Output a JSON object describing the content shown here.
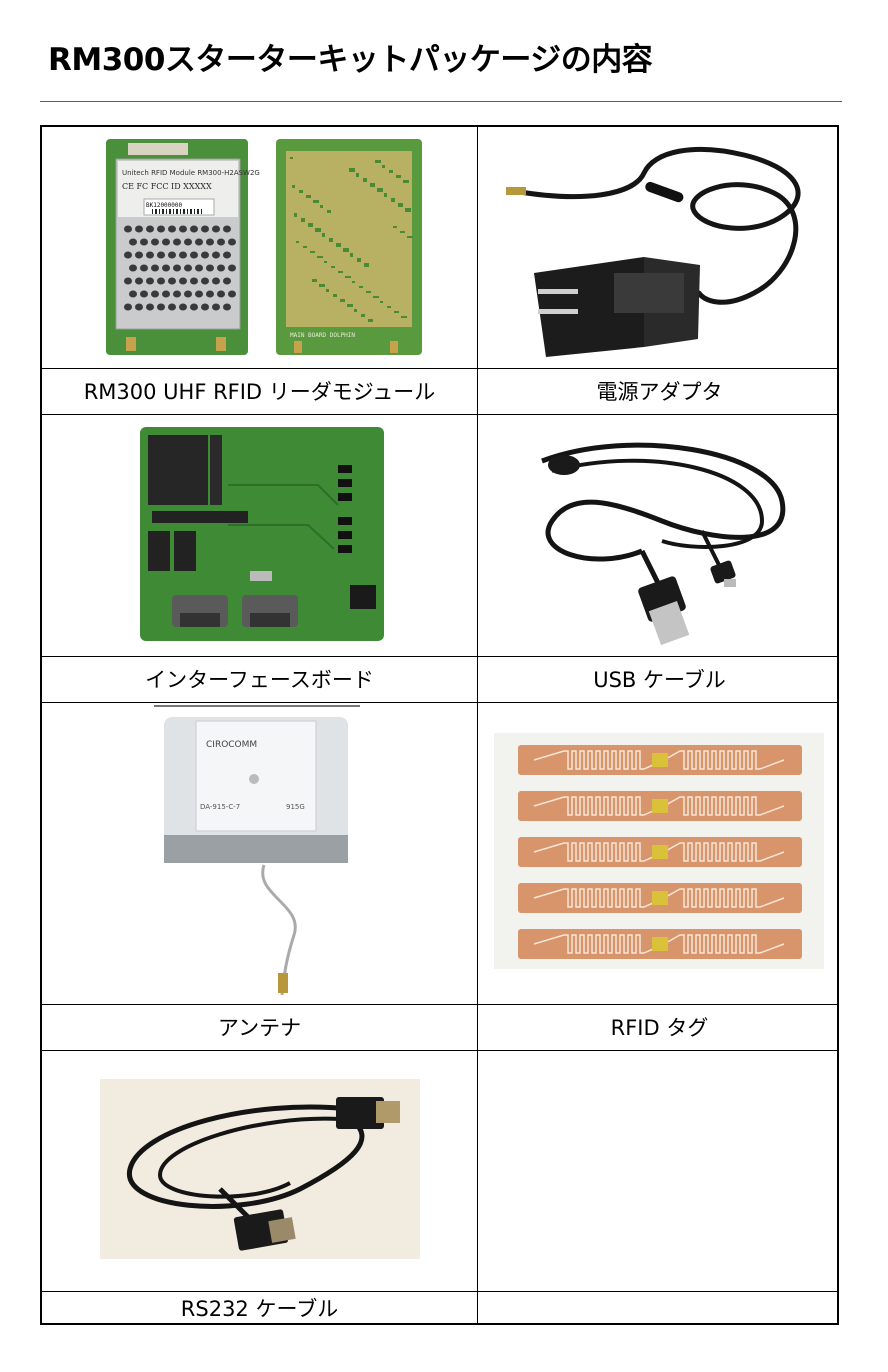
{
  "document": {
    "title": "RM300スターターキットパッケージの内容",
    "items": [
      {
        "label": "RM300 UHF RFID リーダモジュール",
        "image": "rfid-reader-module-photo"
      },
      {
        "label": "電源アダプタ",
        "image": "power-adapter-photo"
      },
      {
        "label": "インターフェースボード",
        "image": "interface-board-photo"
      },
      {
        "label": "USB ケーブル",
        "image": "usb-cable-photo"
      },
      {
        "label": "アンテナ",
        "image": "antenna-photo"
      },
      {
        "label": "RFID タグ",
        "image": "rfid-tag-photo"
      },
      {
        "label": "RS232 ケーブル",
        "image": "rs232-cable-photo"
      },
      {
        "label": "",
        "image": ""
      }
    ],
    "module_text": {
      "brand_line": "Unitech RFID Module  RM300-H2ASW2G",
      "cert_line": "CE FC  FCC ID XXXXX",
      "serial": "BK12000000",
      "back_silk": "MAIN BOARD DOLPHIN"
    },
    "antenna_text": {
      "brand": "CIROCOMM",
      "model": "DA-915-C-7",
      "freq": "915G"
    },
    "colors": {
      "pcb_green": "#3f8a35",
      "cable_black": "#141414",
      "copper": "#d8946a",
      "divider_red": "#c9302c"
    }
  }
}
